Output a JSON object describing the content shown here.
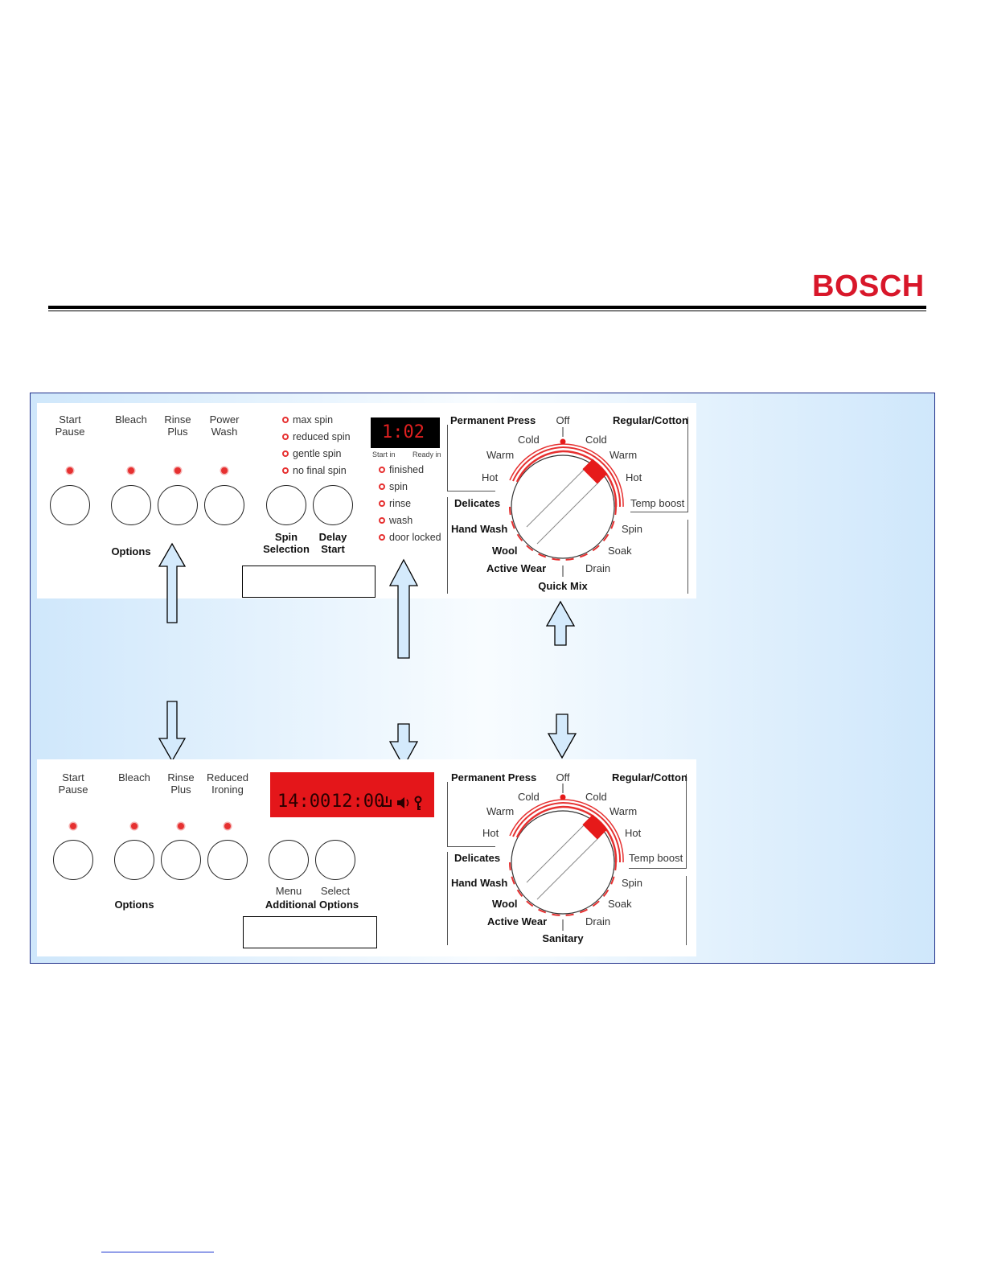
{
  "header": {
    "logo_text": "BOSCH",
    "brand_color": "#d8172a"
  },
  "top_panel": {
    "buttons": [
      {
        "label": "Start\nPause"
      },
      {
        "label": "Bleach"
      },
      {
        "label": "Rinse\nPlus"
      },
      {
        "label": "Power\nWash"
      }
    ],
    "options_label": "Options",
    "spin_levels": [
      "max spin",
      "reduced spin",
      "gentle spin",
      "no final spin"
    ],
    "spin_button": "Spin\nSelection",
    "delay_button": "Delay\nStart",
    "display_value": "1:02",
    "display_start": "Start in",
    "display_ready": "Ready in",
    "status_lights": [
      "finished",
      "spin",
      "rinse",
      "wash",
      "door locked"
    ]
  },
  "bottom_panel": {
    "buttons": [
      {
        "label": "Start\nPause"
      },
      {
        "label": "Bleach"
      },
      {
        "label": "Rinse\nPlus"
      },
      {
        "label": "Reduced\nIroning"
      }
    ],
    "options_label": "Options",
    "display_value_1": "14:00",
    "display_value_2": "12:00",
    "menu_label": "Menu",
    "select_label": "Select",
    "additional_options": "Additional Options"
  },
  "dial": {
    "permanent_press": "Permanent Press",
    "off": "Off",
    "regular_cotton": "Regular/Cotton",
    "cold_left": "Cold",
    "cold_right": "Cold",
    "warm_left": "Warm",
    "warm_right": "Warm",
    "hot_left": "Hot",
    "hot_right": "Hot",
    "temp_boost": "Temp boost",
    "delicates": "Delicates",
    "hand_wash": "Hand Wash",
    "spin": "Spin",
    "wool": "Wool",
    "soak": "Soak",
    "active_wear": "Active Wear",
    "drain": "Drain",
    "top_bottom_label": "Quick Mix",
    "bottom_bottom_label": "Sanitary"
  }
}
